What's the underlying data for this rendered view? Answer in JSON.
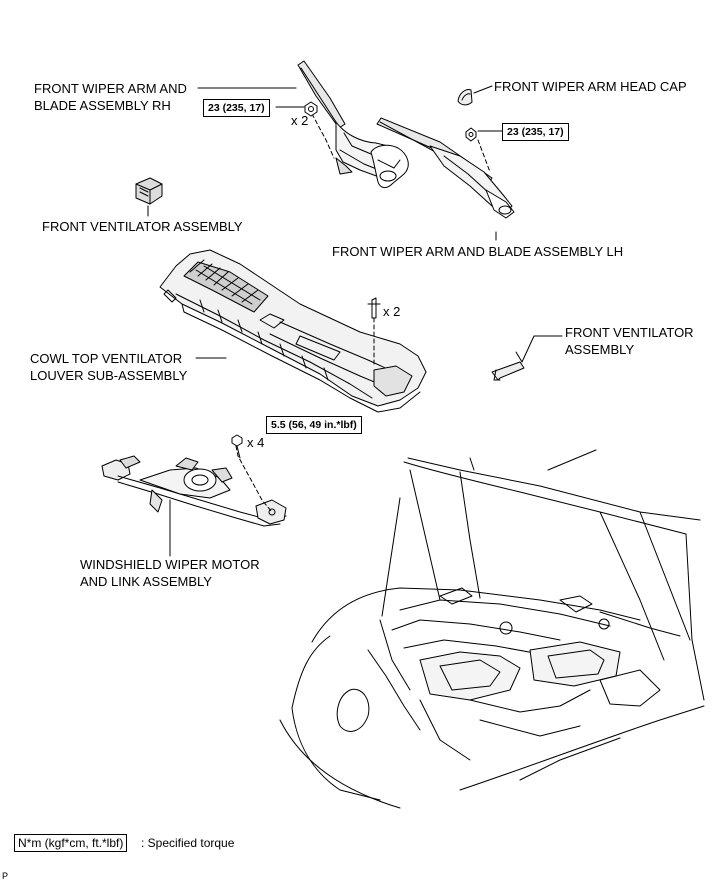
{
  "labels": {
    "front_wiper_rh_line1": "FRONT WIPER ARM AND",
    "front_wiper_rh_line2": "BLADE ASSEMBLY RH",
    "head_cap": "FRONT WIPER ARM HEAD CAP",
    "front_ventilator_left": "FRONT VENTILATOR ASSEMBLY",
    "front_wiper_lh": "FRONT WIPER ARM AND BLADE ASSEMBLY LH",
    "front_ventilator_right_line1": "FRONT VENTILATOR",
    "front_ventilator_right_line2": "ASSEMBLY",
    "cowl_line1": "COWL TOP VENTILATOR",
    "cowl_line2": "LOUVER SUB-ASSEMBLY",
    "motor_line1": "WINDSHIELD WIPER MOTOR",
    "motor_line2": "AND LINK ASSEMBLY"
  },
  "torques": {
    "rh_nut": "23 (235, 17)",
    "lh_nut": "23 (235, 17)",
    "motor_bolt": "5.5 (56, 49 in.*lbf)"
  },
  "quantities": {
    "rh_nut": "x 2",
    "clip": "x 2",
    "motor_bolt": "x 4"
  },
  "legend": {
    "unit_box": "N*m (kgf*cm, ft.*lbf)",
    "description": ": Specified torque"
  },
  "page_mark": "P"
}
